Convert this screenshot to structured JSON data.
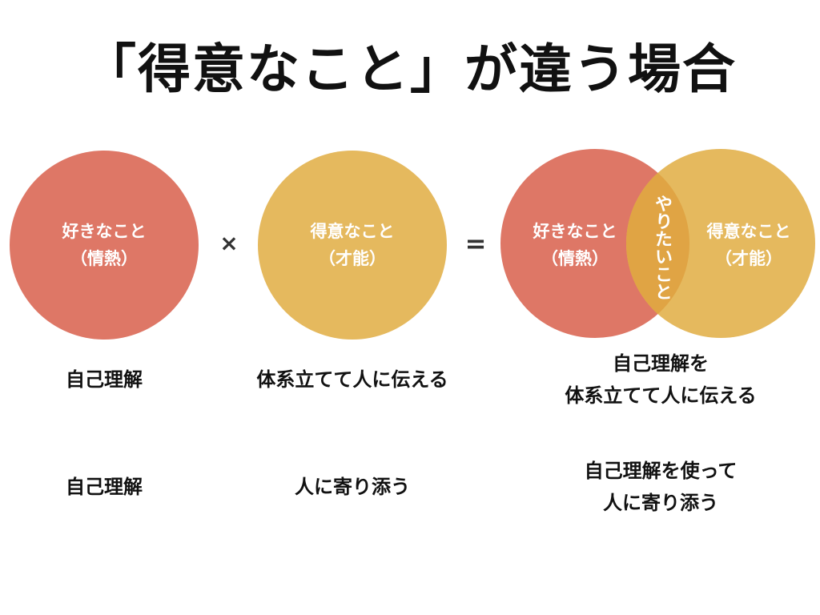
{
  "title": "「得意なこと」が違う場合",
  "colors": {
    "passion": "#de7766",
    "talent": "#e5b95e",
    "overlap": "#e0a444"
  },
  "diagram": {
    "left_circle": {
      "line1": "好きなこと",
      "line2": "（情熱）"
    },
    "operator_times": "×",
    "middle_circle": {
      "line1": "得意なこと",
      "line2": "（才能）"
    },
    "operator_equals": "=",
    "venn": {
      "left": {
        "line1": "好きなこと",
        "line2": "（情熱）"
      },
      "right": {
        "line1": "得意なこと",
        "line2": "（才能）"
      },
      "overlap": "やりたいこと"
    }
  },
  "rows": [
    {
      "left": "自己理解",
      "middle": "体系立てて人に伝える",
      "result": [
        "自己理解を",
        "体系立てて人に伝える"
      ]
    },
    {
      "left": "自己理解",
      "middle": "人に寄り添う",
      "result": [
        "自己理解を使って",
        "人に寄り添う"
      ]
    }
  ]
}
